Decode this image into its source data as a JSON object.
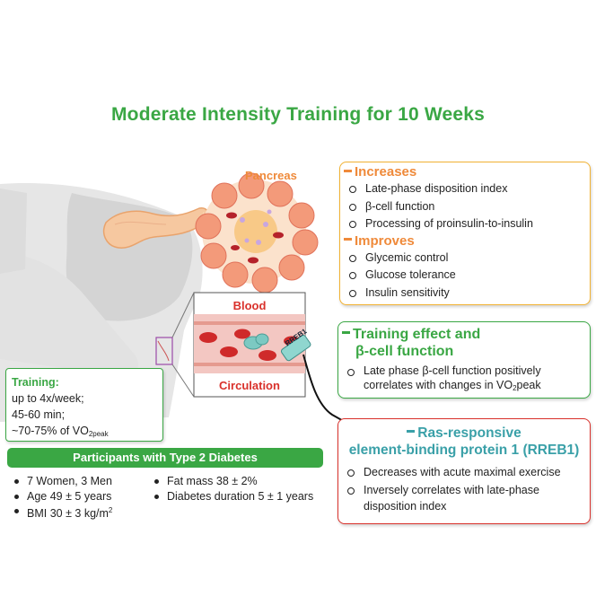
{
  "title": "Moderate Intensity Training for 10 Weeks",
  "pancreas_label": "Pancreas",
  "blood_label": "Blood",
  "circulation_label": "Circulation",
  "rreb1_tag": "RREB1",
  "increases": {
    "heading": "Increases",
    "items": [
      "Late-phase disposition index",
      "β-cell function",
      "Processing of proinsulin-to-insulin"
    ]
  },
  "improves": {
    "heading": "Improves",
    "items": [
      "Glycemic control",
      "Glucose tolerance",
      "Insulin sensitivity"
    ]
  },
  "training_effect": {
    "heading_line1": "Training effect and",
    "heading_line2": "β-cell function",
    "item_line1": "Late phase β-cell function positively",
    "item_line2_prefix": "correlates with changes in VO",
    "item_line2_sub": "2",
    "item_line2_suffix": "peak"
  },
  "rreb1": {
    "heading_line1": "Ras-responsive",
    "heading_line2": "element-binding protein 1 (RREB1)",
    "items": [
      "Decreases with acute maximal exercise",
      "Inversely correlates with late-phase",
      "disposition index"
    ]
  },
  "training": {
    "heading": "Training:",
    "line1": "up to 4x/week;",
    "line2": "45-60 min;",
    "line3_prefix": "~70-75% of VO",
    "line3_sub": "2peak"
  },
  "participants": {
    "heading": "Participants with Type 2 Diabetes",
    "col1": [
      "7 Women, 3 Men",
      "Age 49 ± 5 years"
    ],
    "bmi_prefix": "BMI 30 ± 3 kg/m",
    "bmi_sup": "2",
    "col2": [
      "Fat mass 38 ± 2%",
      "Diabetes duration 5 ± 1 years"
    ]
  },
  "colors": {
    "green": "#3aa744",
    "orange": "#ef8a3a",
    "red": "#d9312b",
    "teal": "#3aa0a8",
    "gold": "#f2b233"
  }
}
